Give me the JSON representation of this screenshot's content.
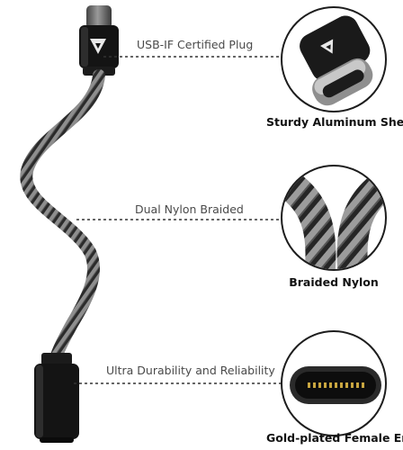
{
  "features": [
    {
      "label": "USB-IF Certified Plug",
      "caption": "Sturdy Aluminum Shell",
      "icon": "usb-c-plug-icon"
    },
    {
      "label": "Dual Nylon Braided",
      "caption": "Braided Nylon",
      "icon": "braided-nylon-icon"
    },
    {
      "label": "Ultra Durability and Reliability",
      "caption": "Gold-plated Female End",
      "icon": "usb-c-female-port-icon"
    }
  ],
  "colors": {
    "cable_dark": "#2b2b2b",
    "cable_light": "#9a9a9a",
    "connector": "#151515",
    "gold": "#c9a640",
    "dashed_line": "#333333"
  }
}
